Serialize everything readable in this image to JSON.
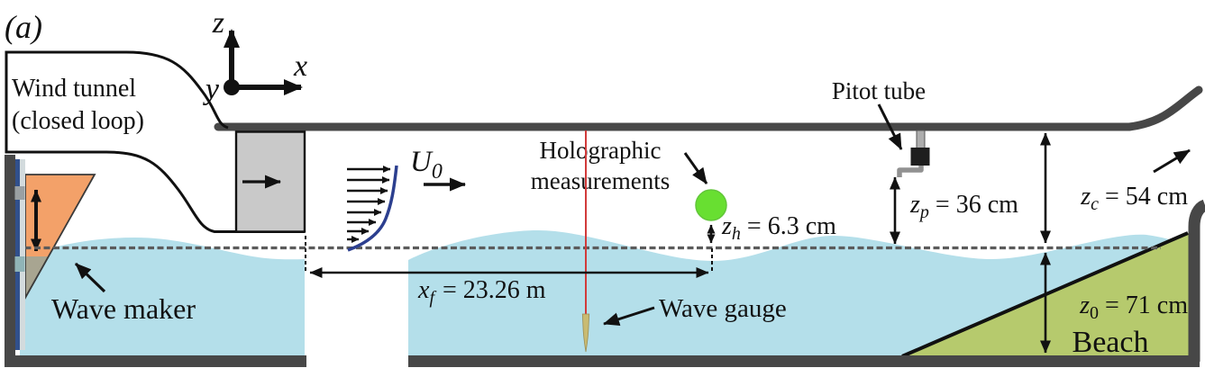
{
  "panel_label": "(a)",
  "axes": {
    "z": "z",
    "x": "x",
    "y": "y"
  },
  "wind_tunnel": {
    "line1": "Wind tunnel",
    "line2": "(closed loop)"
  },
  "wave_maker": {
    "label": "Wave maker"
  },
  "flow": {
    "velocity_var": "U",
    "velocity_sub": "0"
  },
  "holographic": {
    "line1": "Holographic",
    "line2": "measurements"
  },
  "pitot": {
    "label": "Pitot tube"
  },
  "wave_gauge": {
    "label": "Wave gauge"
  },
  "beach": {
    "label": "Beach"
  },
  "dimensions": {
    "xf": {
      "var": "x",
      "sub": "f",
      "rest": "= 23.26 m"
    },
    "zh": {
      "var": "z",
      "sub": "h",
      "rest": "= 6.3 cm"
    },
    "zp": {
      "var": "z",
      "sub": "p",
      "rest": "= 36 cm"
    },
    "zc": {
      "var": "z",
      "sub": "c",
      "rest": "= 54 cm"
    },
    "z0": {
      "var": "z",
      "sub": "0",
      "rest": "= 71 cm"
    }
  },
  "colors": {
    "water": "#b4dfea",
    "wall": "#474747",
    "wedge_orange": "#f3a169",
    "wedge_submerged": "#a8a591",
    "beach_green": "#b6ca6d",
    "gray_box": "#c9c9c9",
    "green_marker": "#68df31",
    "red_line": "#d13b3b",
    "blue_profile": "#2c3f8f",
    "gauge_tan": "#c9bb72",
    "blue_strip": "#31508d",
    "light_strip": "#d3dbdd",
    "tab_gray": "#9aa0a3",
    "tab_teal": "#90b4b7",
    "dash_line": "#5b5b5b"
  }
}
